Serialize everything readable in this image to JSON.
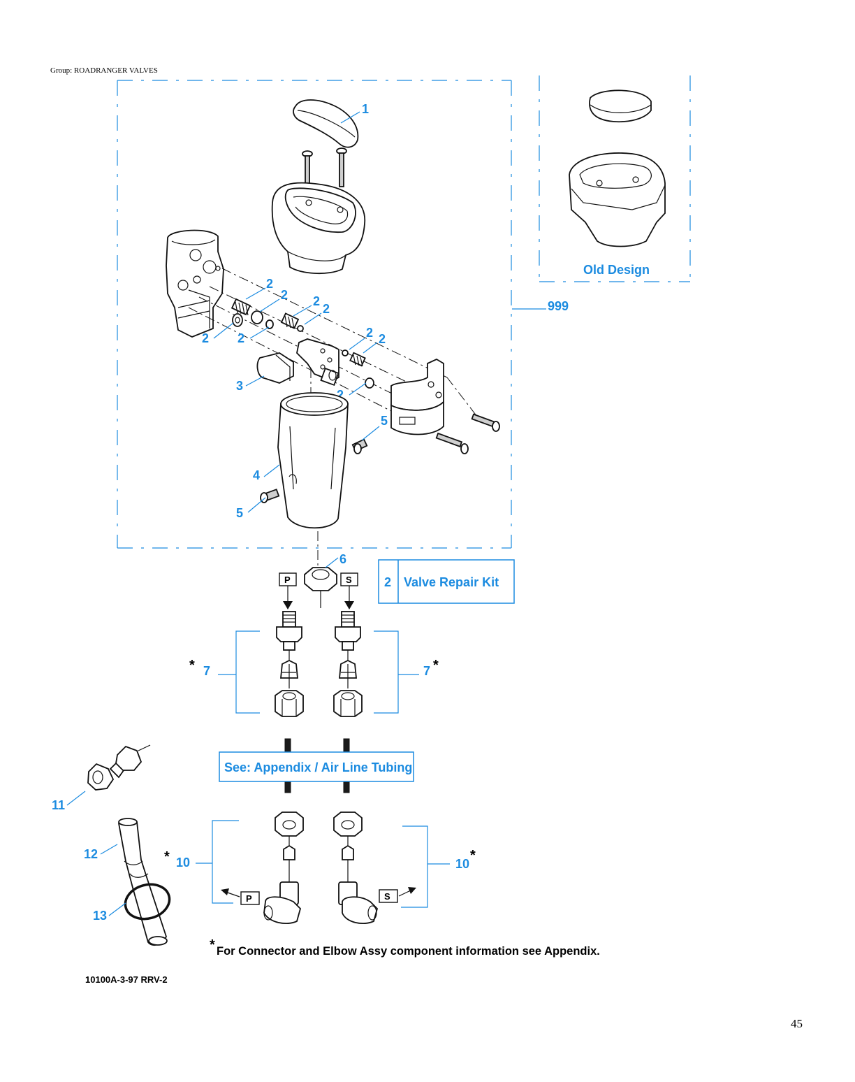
{
  "header": {
    "group_label": "Group: ROADRANGER VALVES"
  },
  "callouts": {
    "c1": "1",
    "c2": "2",
    "c3": "3",
    "c4": "4",
    "c5": "5",
    "c6": "6",
    "c7": "7",
    "c10": "10",
    "c11": "11",
    "c12": "12",
    "c13": "13",
    "c999": "999",
    "asterisk": "*"
  },
  "old_design": {
    "label": "Old Design"
  },
  "kit_box": {
    "number": "2",
    "label": "Valve Repair Kit"
  },
  "port_labels": {
    "primary": "P",
    "secondary": "S"
  },
  "tubing_box": {
    "label": "See: Appendix / Air Line Tubing"
  },
  "footnote": {
    "text": "For Connector and Elbow Assy component information see Appendix."
  },
  "drawing_id": "10100A-3-97 RRV-2",
  "page_number": "45",
  "colors": {
    "callout_blue": "#1b8be0",
    "line_black": "#111111"
  }
}
